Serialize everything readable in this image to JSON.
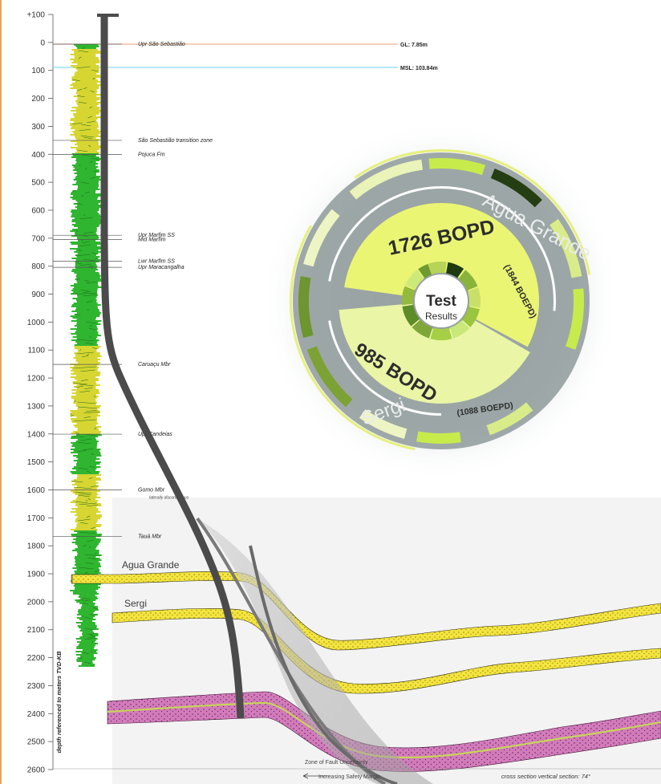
{
  "depth_axis": {
    "label": "depth referenced to meters TVD-KB",
    "ticks": [
      "+100",
      "0",
      "100",
      "200",
      "300",
      "400",
      "500",
      "600",
      "700",
      "800",
      "900",
      "1000",
      "1100",
      "1200",
      "1300",
      "1400",
      "1500",
      "1600",
      "1700",
      "1800",
      "1900",
      "2000",
      "2100",
      "2200",
      "2300",
      "2400",
      "2500",
      "2600"
    ]
  },
  "datums": {
    "gl": "GL: 7.85m",
    "msl": "MSL: 103.84m"
  },
  "tops": [
    {
      "name": "Upr São Sebastião",
      "depth": 0
    },
    {
      "name": "São Sebastião transition zone",
      "depth": 345
    },
    {
      "name": "Pojuca Fm",
      "depth": 395
    },
    {
      "name": "Upr Marfim SS",
      "depth": 685
    },
    {
      "name": "Mid Marfim",
      "depth": 700
    },
    {
      "name": "Lwr Marfim SS",
      "depth": 778
    },
    {
      "name": "Upr Maracangalha",
      "depth": 800
    },
    {
      "name": "Caruaçu Mbr",
      "depth": 1148
    },
    {
      "name": "Upr Candeias",
      "depth": 1398
    },
    {
      "name": "Gomo Mbr",
      "depth": 1598,
      "note": "laterally discontinuous"
    },
    {
      "name": "Tauá Mbr",
      "depth": 1765
    }
  ],
  "reservoirs": {
    "agua_grande": "Agua Grande",
    "sergi": "Sergi"
  },
  "test_results": {
    "title": "Test",
    "subtitle": "Results",
    "agua_grande_label": "Agua Grande",
    "agua_grande_rate": "1726 BOPD",
    "agua_grande_boe": "(1844 BOEPD)",
    "sergi_label": "Sergi",
    "sergi_rate": "985 BOPD",
    "sergi_boe": "(1088 BOEPD)"
  },
  "footer": {
    "fault_zone": "Zone of Fault Uncertainty",
    "safety_margin": "Increasing Safety Margin",
    "cross_section": "cross section vertical section: 74°"
  },
  "colors": {
    "accent_orange": "#e8a25a",
    "gl_line": "#e7a07a",
    "msl_line": "#6fcff0",
    "log_green": "#2fb52f",
    "log_yellow": "#d7d531",
    "well_path": "#4b4b4b",
    "reservoir_yellow": "#f0e23c",
    "reservoir_magenta": "#c45aa6"
  }
}
